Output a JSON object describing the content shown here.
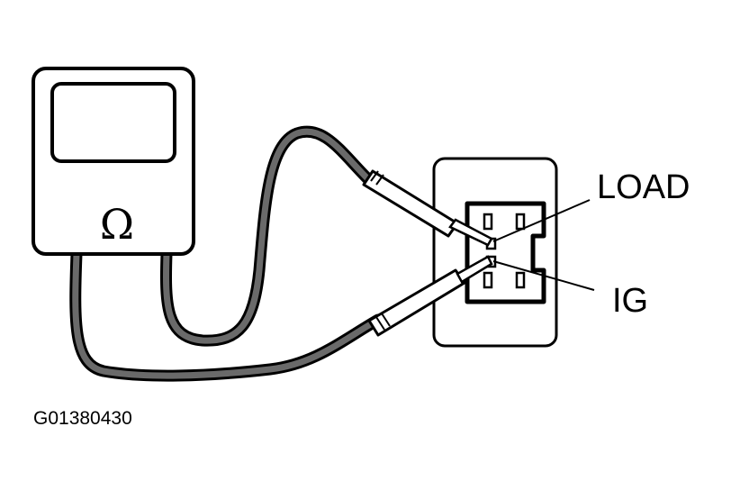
{
  "meter": {
    "symbol": "Ω"
  },
  "labels": {
    "load": "LOAD",
    "ig": "IG",
    "figure_code": "G01380430"
  },
  "colors": {
    "line": "#000000",
    "background": "#ffffff",
    "cable_fill": "#555555"
  },
  "icons": {
    "meter": "ohmmeter-icon",
    "connector": "connector-icon"
  }
}
